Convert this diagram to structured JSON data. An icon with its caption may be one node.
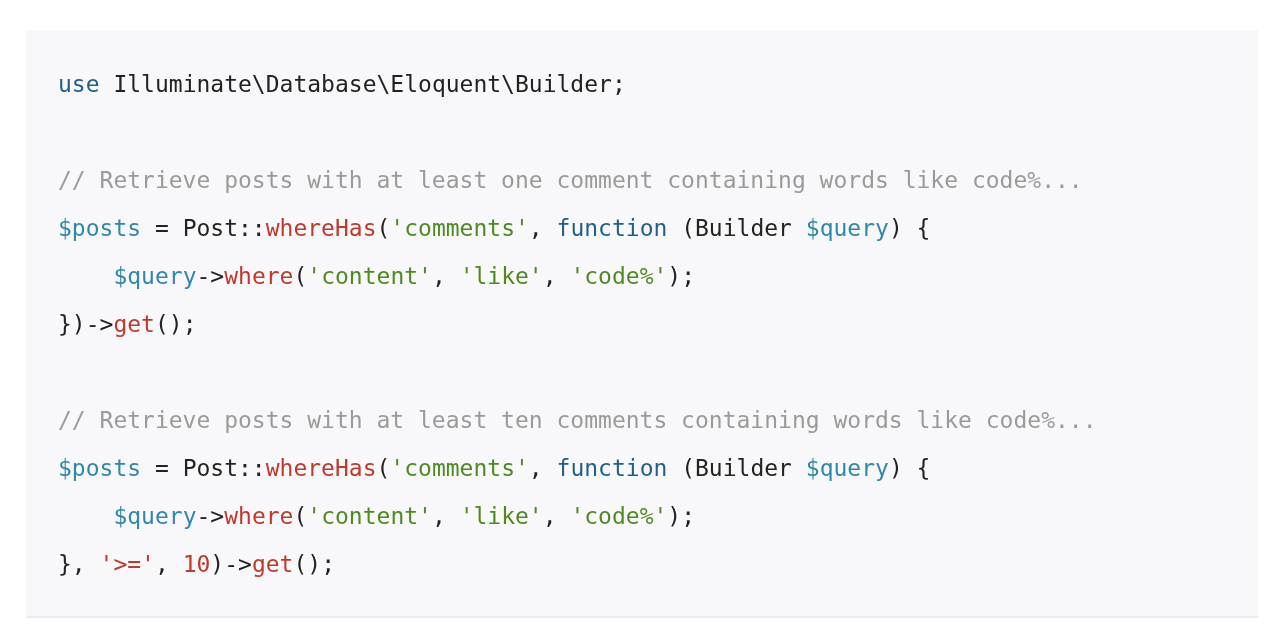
{
  "diagram": {
    "nodes": [
      {
        "text": [
          "use Illuminate\\Database\\Eloquent\\Builder;",
          "// Retrieve posts with at least one comment containing words like code%...",
          "$posts = Post::whereHas('comments', function (Builder $query) {",
          "    $query->where('content', 'like', 'code%');",
          "})->get();",
          "// Retrieve posts with at least ten comments containing words like code%...",
          "$posts = Post::whereHas('comments', function (Builder $query) {",
          "    $query->where('content', 'like', 'code%');",
          "}, '>=', 10)->get();"
        ]
      }
    ]
  }
}
